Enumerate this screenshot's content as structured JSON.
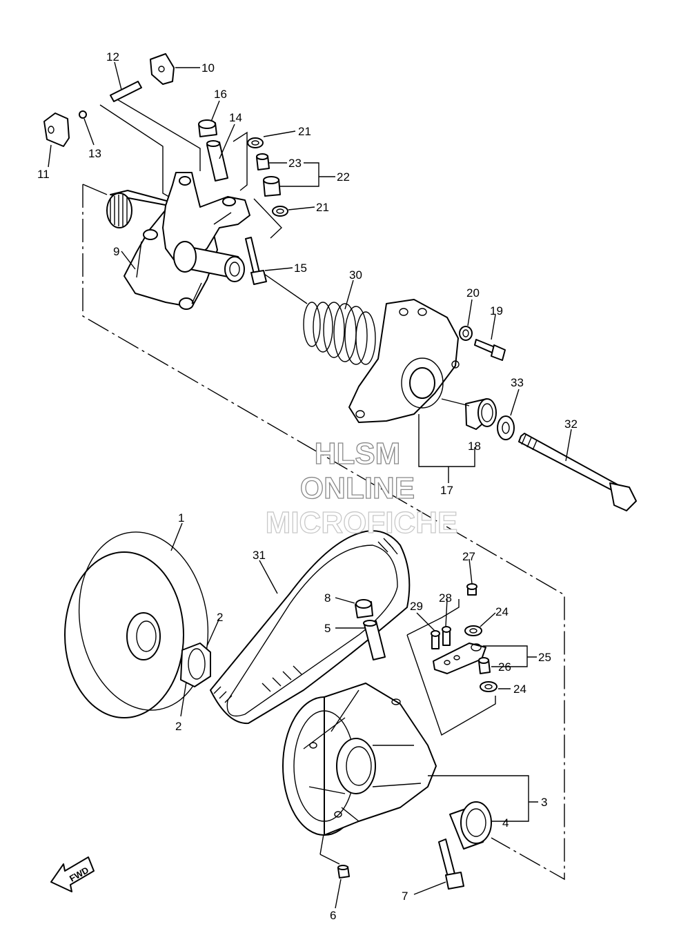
{
  "watermark": {
    "line1": "HLSM",
    "line2": "ONLINE",
    "line3": "MICROFICHE"
  },
  "fwd_label": "FWD",
  "callouts": {
    "c1": "1",
    "c2a": "2",
    "c2b": "2",
    "c3": "3",
    "c4": "4",
    "c5": "5",
    "c6": "6",
    "c7": "7",
    "c8": "8",
    "c9": "9",
    "c10": "10",
    "c11": "11",
    "c12": "12",
    "c13": "13",
    "c14": "14",
    "c15": "15",
    "c16": "16",
    "c17": "17",
    "c18": "18",
    "c19": "19",
    "c20": "20",
    "c21a": "21",
    "c21b": "21",
    "c22": "22",
    "c23": "23",
    "c24a": "24",
    "c24b": "24",
    "c25": "25",
    "c26": "26",
    "c27": "27",
    "c28": "28",
    "c29": "29",
    "c30": "30",
    "c31": "31",
    "c32": "32",
    "c33": "33"
  }
}
